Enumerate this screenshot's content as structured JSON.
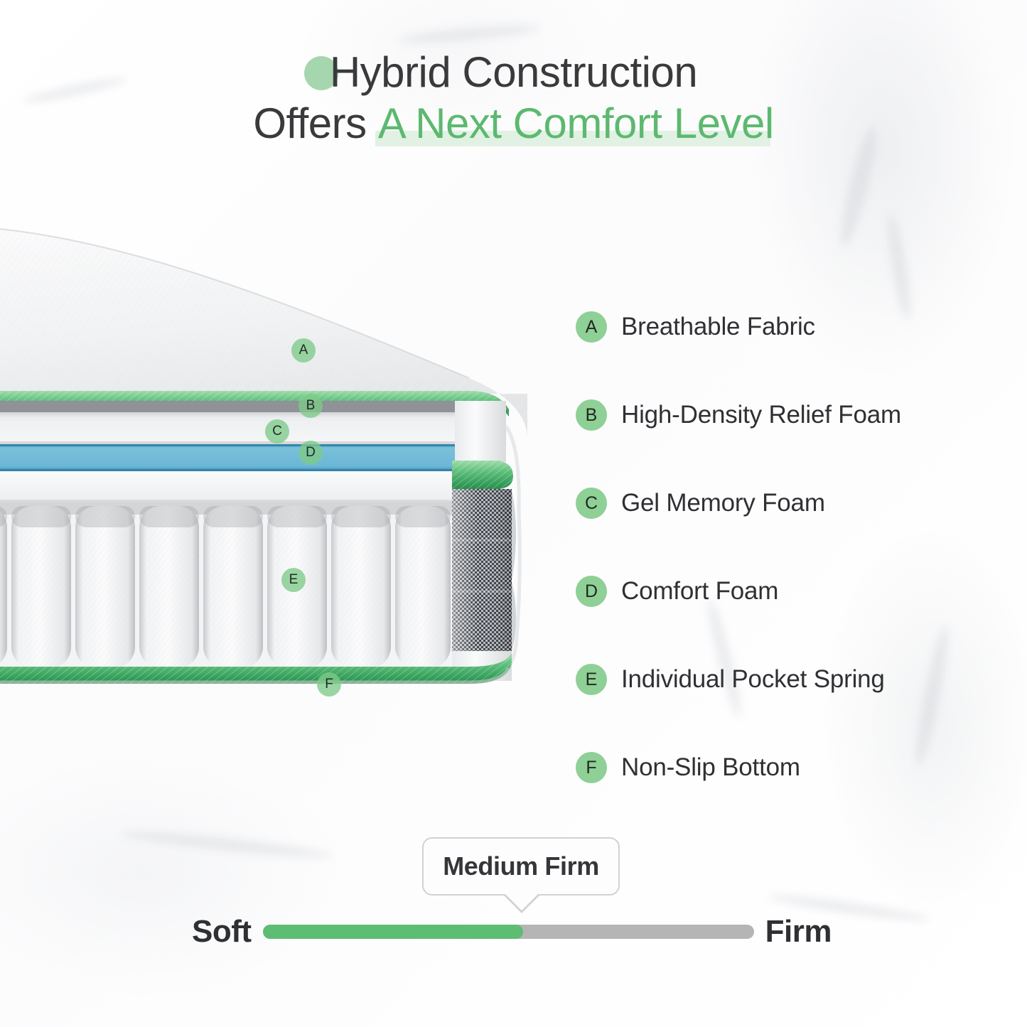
{
  "title": {
    "line1": "Hybrid Construction",
    "line2_prefix": "Offers ",
    "line2_highlight": "A Next Comfort Level"
  },
  "colors": {
    "accent_green": "#5cb96f",
    "badge_green": "#8ed096",
    "marker_green": "#7ecb89",
    "highlight_green": "#e1f1e3",
    "gel_blue": "#6ab8d8",
    "bar_fill": "#5dbd72",
    "bar_track": "#b5b5b5",
    "text_dark": "#2f3033"
  },
  "legend": {
    "items": [
      {
        "letter": "A",
        "label": "Breathable Fabric"
      },
      {
        "letter": "B",
        "label": "High-Density Relief Foam"
      },
      {
        "letter": "C",
        "label": "Gel Memory Foam"
      },
      {
        "letter": "D",
        "label": "Comfort Foam"
      },
      {
        "letter": "E",
        "label": "Individual Pocket Spring"
      },
      {
        "letter": "F",
        "label": "Non-Slip Bottom"
      }
    ]
  },
  "diagram": {
    "markers": [
      {
        "letter": "A",
        "layer": "breathable-fabric"
      },
      {
        "letter": "B",
        "layer": "high-density-relief-foam"
      },
      {
        "letter": "C",
        "layer": "gel-memory-foam"
      },
      {
        "letter": "D",
        "layer": "comfort-foam"
      },
      {
        "letter": "E",
        "layer": "individual-pocket-spring"
      },
      {
        "letter": "F",
        "layer": "non-slip-bottom"
      }
    ]
  },
  "firmness": {
    "tooltip": "Medium Firm",
    "soft_label": "Soft",
    "firm_label": "Firm",
    "fill_percent": 53
  }
}
